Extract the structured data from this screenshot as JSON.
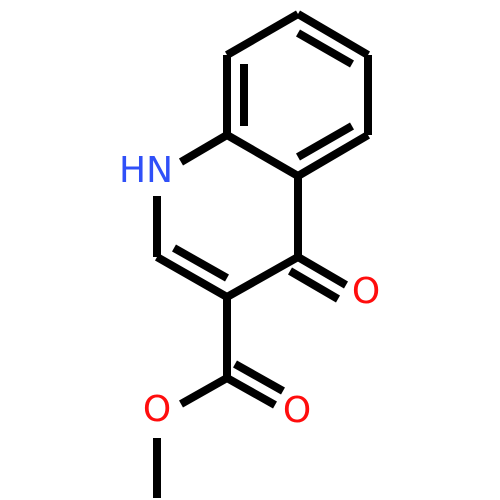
{
  "molecule": {
    "atoms": {
      "nitrogen": {
        "label": "HN",
        "element": "N"
      },
      "ketone_oxygen": {
        "label": "O",
        "element": "O"
      },
      "carbonyl_oxygen": {
        "label": "O",
        "element": "O"
      },
      "ester_oxygen": {
        "label": "O",
        "element": "O"
      }
    },
    "colors": {
      "bond": "#000000",
      "nitrogen": "#3050F8",
      "oxygen": "#FF0D0D",
      "background": "#ffffff"
    }
  }
}
